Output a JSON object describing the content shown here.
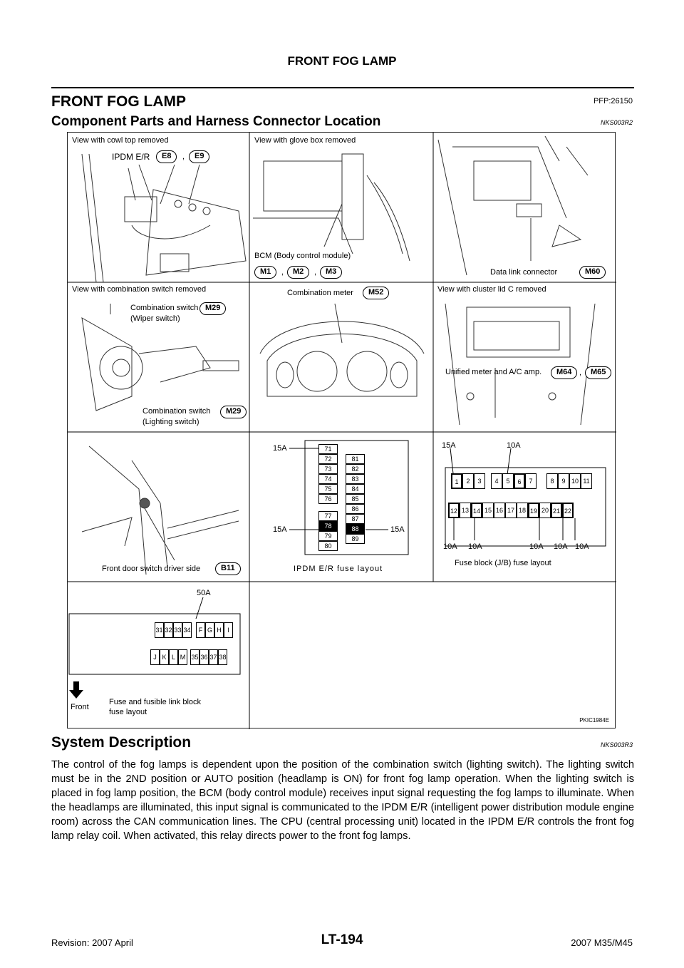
{
  "header": {
    "running_title": "FRONT FOG LAMP"
  },
  "section": {
    "title": "FRONT FOG LAMP",
    "code": "PFP:26150"
  },
  "components": {
    "title": "Component Parts and Harness Connector Location",
    "code": "NKS003R2"
  },
  "figure": {
    "panel1": {
      "caption": "View with cowl top removed",
      "label": "IPDM E/R",
      "tags": [
        "E8",
        "E9"
      ]
    },
    "panel2": {
      "caption": "View with glove box removed",
      "label": "BCM (Body control module)",
      "tags": [
        "M1",
        "M2",
        "M3"
      ]
    },
    "panel3": {
      "label": "Data link connector",
      "tags": [
        "M60"
      ]
    },
    "panel4": {
      "caption": "View with combination switch removed",
      "label_wiper_1": "Combination switch",
      "label_wiper_2": "(Wiper switch)",
      "label_light_1": "Combination switch",
      "label_light_2": "(Lighting switch)",
      "tags": [
        "M29",
        "M29"
      ]
    },
    "panel5": {
      "label": "Combination meter",
      "tags": [
        "M52"
      ]
    },
    "panel6": {
      "caption": "View with cluster lid C removed",
      "label": "Unified meter and A/C amp.",
      "tags": [
        "M64",
        "M65"
      ]
    },
    "panel7": {
      "label": "Front door switch driver side",
      "tags": [
        "B11"
      ]
    },
    "ipdm_fuse": {
      "caption": "IPDM E/R fuse layout",
      "left_col": [
        "71",
        "72",
        "73",
        "74",
        "75",
        "76",
        "77",
        "78",
        "79",
        "80"
      ],
      "right_col": [
        "81",
        "82",
        "83",
        "84",
        "85",
        "86",
        "87",
        "88",
        "89"
      ],
      "amps": [
        "15A",
        "15A",
        "15A"
      ]
    },
    "jb_fuse": {
      "caption": "Fuse block (J/B) fuse layout",
      "top_row": [
        "1",
        "2",
        "3",
        "4",
        "5",
        "6",
        "7",
        "8",
        "9",
        "10",
        "11"
      ],
      "bottom_row": [
        "12",
        "13",
        "14",
        "15",
        "16",
        "17",
        "18",
        "19",
        "20",
        "21",
        "22"
      ],
      "top_amps": [
        "15A",
        "10A"
      ],
      "bottom_amps": [
        "10A",
        "10A",
        "10A",
        "10A",
        "10A"
      ]
    },
    "fusible_link": {
      "amp": "50A",
      "top_row": [
        "31",
        "32",
        "33",
        "34",
        "F",
        "G",
        "H",
        "I"
      ],
      "bottom_row": [
        "J",
        "K",
        "L",
        "M",
        "35",
        "36",
        "37",
        "38"
      ],
      "front_label": "Front",
      "caption_1": "Fuse and fusible link block",
      "caption_2": "fuse layout"
    },
    "id": "PKIC1984E"
  },
  "system": {
    "title": "System Description",
    "code": "NKS003R3",
    "body": "The control of the fog lamps is dependent upon the position of the combination switch (lighting switch). The lighting switch must be in the 2ND position or AUTO position (headlamp is ON) for front fog lamp operation. When the lighting switch is placed in fog lamp position, the BCM (body control module) receives input signal requesting the fog lamps to illuminate. When the headlamps are illuminated, this input signal is communicated to the IPDM E/R (intelligent power distribution module engine room) across the CAN communication lines. The CPU (central processing unit) located in the IPDM E/R controls the front fog lamp relay coil. When activated, this relay directs power to the front fog lamps."
  },
  "footer": {
    "revision": "Revision: 2007 April",
    "page": "LT-194",
    "model": "2007 M35/M45"
  }
}
